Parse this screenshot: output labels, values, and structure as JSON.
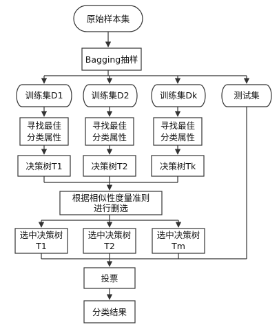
{
  "diagram": {
    "start": "原始样本集",
    "bagging": "Bagging抽样",
    "train_sets": [
      "训练集D1",
      "训练集D2",
      "训练集Dk"
    ],
    "test_set": "测试集",
    "find_best": {
      "line1": "寻找最佳",
      "line2": "分类属性"
    },
    "trees": [
      "决策树T1",
      "决策树T2",
      "决策树Tk"
    ],
    "prune": {
      "line1": "根据相似性度量准则",
      "line2": "进行删选"
    },
    "selected": [
      {
        "line1": "选中决策树",
        "line2": "T1"
      },
      {
        "line1": "选中决策树",
        "line2": "T2"
      },
      {
        "line1": "选中决策树",
        "line2": "Tm"
      }
    ],
    "vote": "投票",
    "result": "分类结果"
  }
}
